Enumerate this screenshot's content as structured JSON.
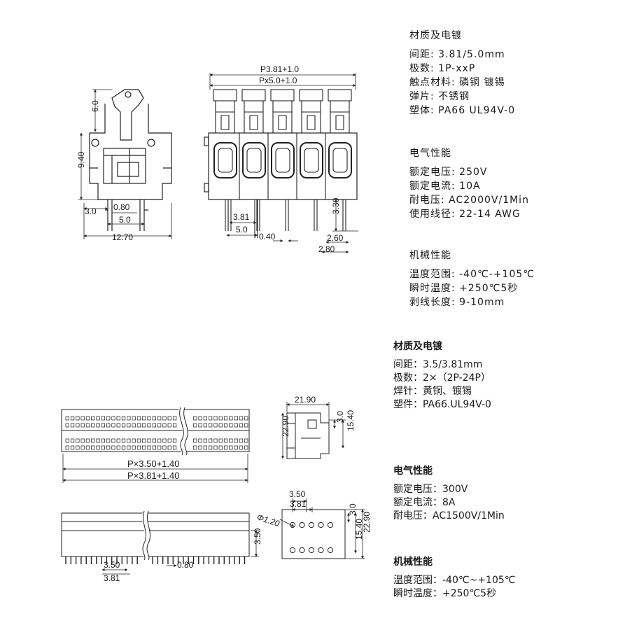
{
  "top_drawing": {
    "side_dims": {
      "h_top": "6.0",
      "h_body": "9.40",
      "w_left": "3.0",
      "pin_w": "0.80",
      "pin_span": "5.0",
      "total_w": "12.70"
    },
    "front_dims": {
      "pitch_top1": "P3.81+1.0",
      "pitch_top2": "Px5.0+1.0",
      "pitch_a": "3.81",
      "pitch_b": "5.0",
      "pin_t": "0.40",
      "pin_len": "3.30",
      "off_a": "2.60",
      "off_b": "2.80"
    }
  },
  "bottom_drawing": {
    "top_view": {
      "dim_a": "P×3.50+1.40",
      "dim_b": "P×3.81+1.40"
    },
    "end_view": {
      "width": "21.90",
      "height": "22.90",
      "d1": "3.0",
      "d2": "15.40"
    },
    "side_view": {
      "pitch_a": "3.50",
      "pitch_b": "3.81",
      "pin_w": "0.80",
      "height": "3.50"
    },
    "pcb_layout": {
      "pitch_a": "3.50",
      "pitch_b": "3.81",
      "hole": "Φ1.20",
      "d1": "3.0",
      "d2": "15.40",
      "d3": "22.90"
    }
  },
  "specs_a": {
    "material": {
      "title": "材质及电镀",
      "lines": [
        "间距: 3.81/5.0mm",
        "极数: 1P-xxP",
        "触点材料: 磷铜 镀锡",
        "弹片: 不锈钢",
        "塑体: PA66 UL94V-0"
      ]
    },
    "electrical": {
      "title": "电气性能",
      "lines": [
        "额定电压: 250V",
        "额定电流: 10A",
        "耐电压: AC2000V/1Min",
        "使用线径: 22-14 AWG"
      ]
    },
    "mechanical": {
      "title": "机械性能",
      "lines": [
        "温度范围: -40℃-+105℃",
        "瞬时温度: +250℃5秒",
        "剥线长度: 9-10mm"
      ]
    }
  },
  "specs_b": {
    "material": {
      "title": "材质及电镀",
      "lines": [
        "间距：3.5/3.81mm",
        "极数：2×（2P-24P）",
        "焊针：黄铜、镀锡",
        "塑件：PA66.UL94V-0"
      ]
    },
    "electrical": {
      "title": "电气性能",
      "lines": [
        "额定电压：300V",
        "额定电流：8A",
        "耐电压：AC1500V/1Min"
      ]
    },
    "mechanical": {
      "title": "机械性能",
      "lines": [
        "温度范围：-40℃~+105℃",
        "瞬时温度：+250℃5秒"
      ]
    }
  }
}
